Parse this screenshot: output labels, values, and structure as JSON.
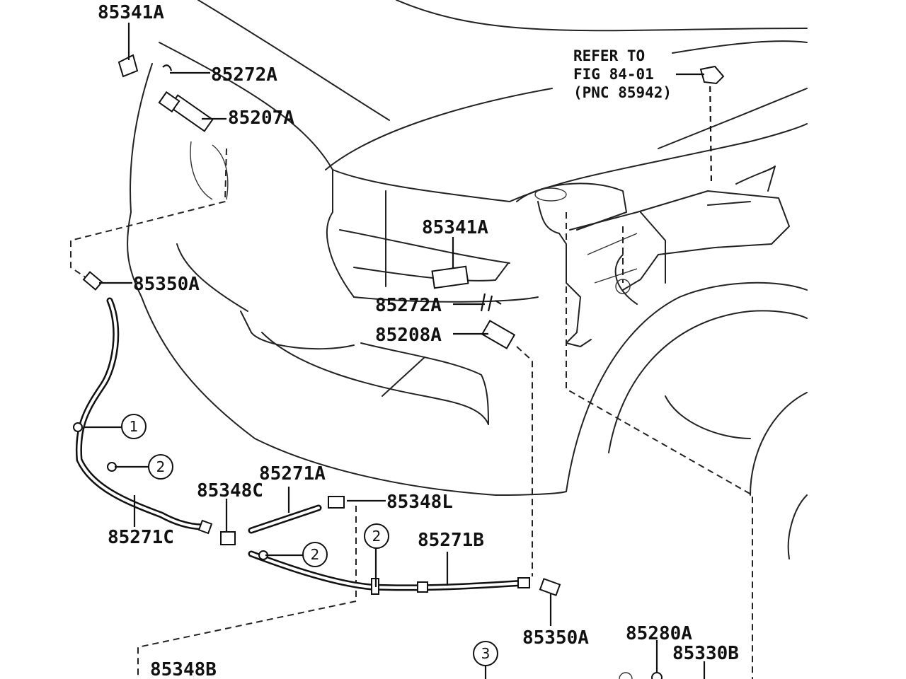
{
  "parts": {
    "p85341a_top": "85341A",
    "p85272a_top": "85272A",
    "p85207a": "85207A",
    "p85341a_mid": "85341A",
    "p85350a_left": "85350A",
    "p85272a_mid": "85272A",
    "p85208a": "85208A",
    "p85271a": "85271A",
    "p85348c": "85348C",
    "p85348l": "85348L",
    "p85271c": "85271C",
    "p85271b": "85271B",
    "p85350a_bottom": "85350A",
    "p85280a": "85280A",
    "p85330b": "85330B",
    "p85348b": "85348B"
  },
  "reference": {
    "line1": "REFER TO",
    "line2": "FIG 84-01",
    "line3": "(PNC 85942)"
  },
  "callouts": {
    "c1": "1",
    "c2a": "2",
    "c2b": "2",
    "c2c": "2",
    "c3": "3"
  }
}
